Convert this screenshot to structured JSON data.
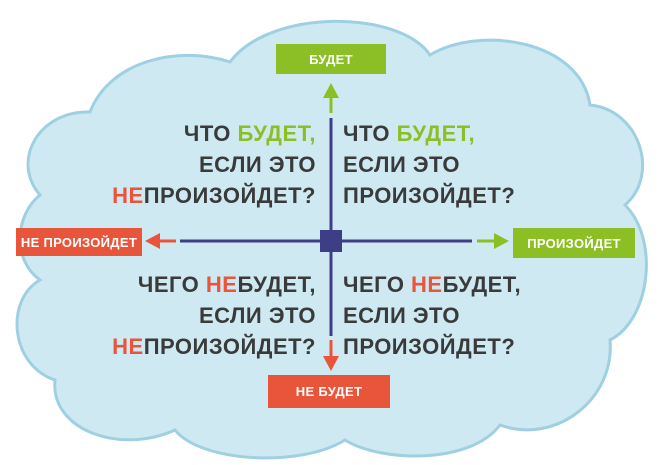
{
  "colors": {
    "cloud_fill": "#cfe9f2",
    "cloud_stroke": "#9fd0e2",
    "axis": "#3e3e86",
    "green": "#8cbf26",
    "red": "#e8553b",
    "text": "#3a3a3a"
  },
  "axes": {
    "top_label": "БУДЕТ",
    "bottom_label": "НЕ БУДЕТ",
    "left_label": "НЕ ПРОИЗОЙДЕТ",
    "right_label": "ПРОИЗОЙДЕТ"
  },
  "quadrants": {
    "top_left": {
      "line1_a": "ЧТО ",
      "line1_hl": "БУДЕТ,",
      "line2": "ЕСЛИ ЭТО",
      "line3_hl": "НЕ",
      "line3_b": "ПРОИЗОЙДЕТ?"
    },
    "top_right": {
      "line1_a": "ЧТО ",
      "line1_hl": "БУДЕТ,",
      "line2": "ЕСЛИ ЭТО",
      "line3": "ПРОИЗОЙДЕТ?"
    },
    "bottom_left": {
      "line1_a": "ЧЕГО ",
      "line1_hl": "НЕ",
      "line1_b": "БУДЕТ,",
      "line2": "ЕСЛИ ЭТО",
      "line3_hl": "НЕ",
      "line3_b": "ПРОИЗОЙДЕТ?"
    },
    "bottom_right": {
      "line1_a": "ЧЕГО ",
      "line1_hl": "НЕ",
      "line1_b": "БУДЕТ,",
      "line2": "ЕСЛИ ЭТО",
      "line3": "ПРОИЗОЙДЕТ?"
    }
  }
}
